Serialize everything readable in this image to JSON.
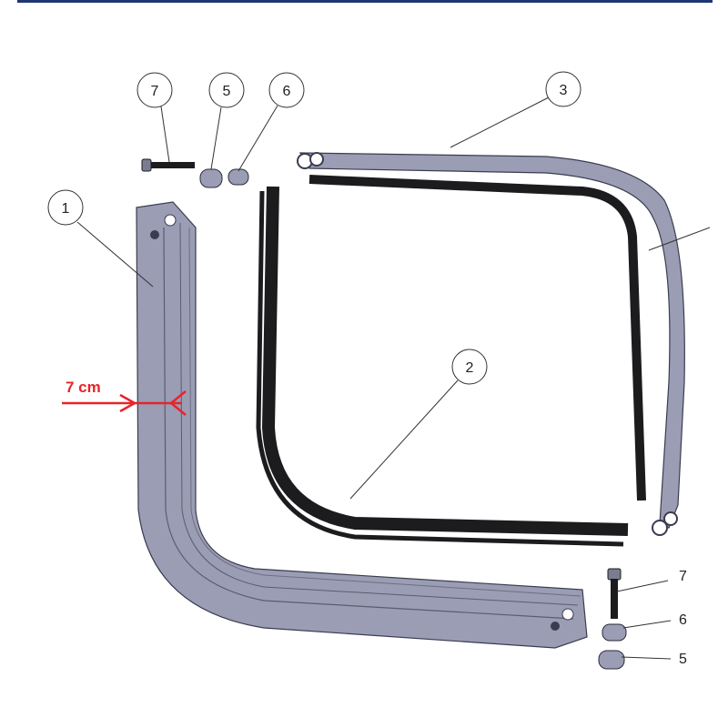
{
  "callouts": {
    "c7_top": "7",
    "c5_top": "5",
    "c6_top": "6",
    "c3": "3",
    "c1": "1",
    "c2": "2",
    "c7_bottom": "7",
    "c6_bottom": "6",
    "c5_bottom": "5"
  },
  "dimension": {
    "label": "7 cm"
  },
  "colors": {
    "accent_bar": "#1f3673",
    "dimension": "#e8232a",
    "frame": "#8c8fa8",
    "seal": "#1c1c1e"
  }
}
